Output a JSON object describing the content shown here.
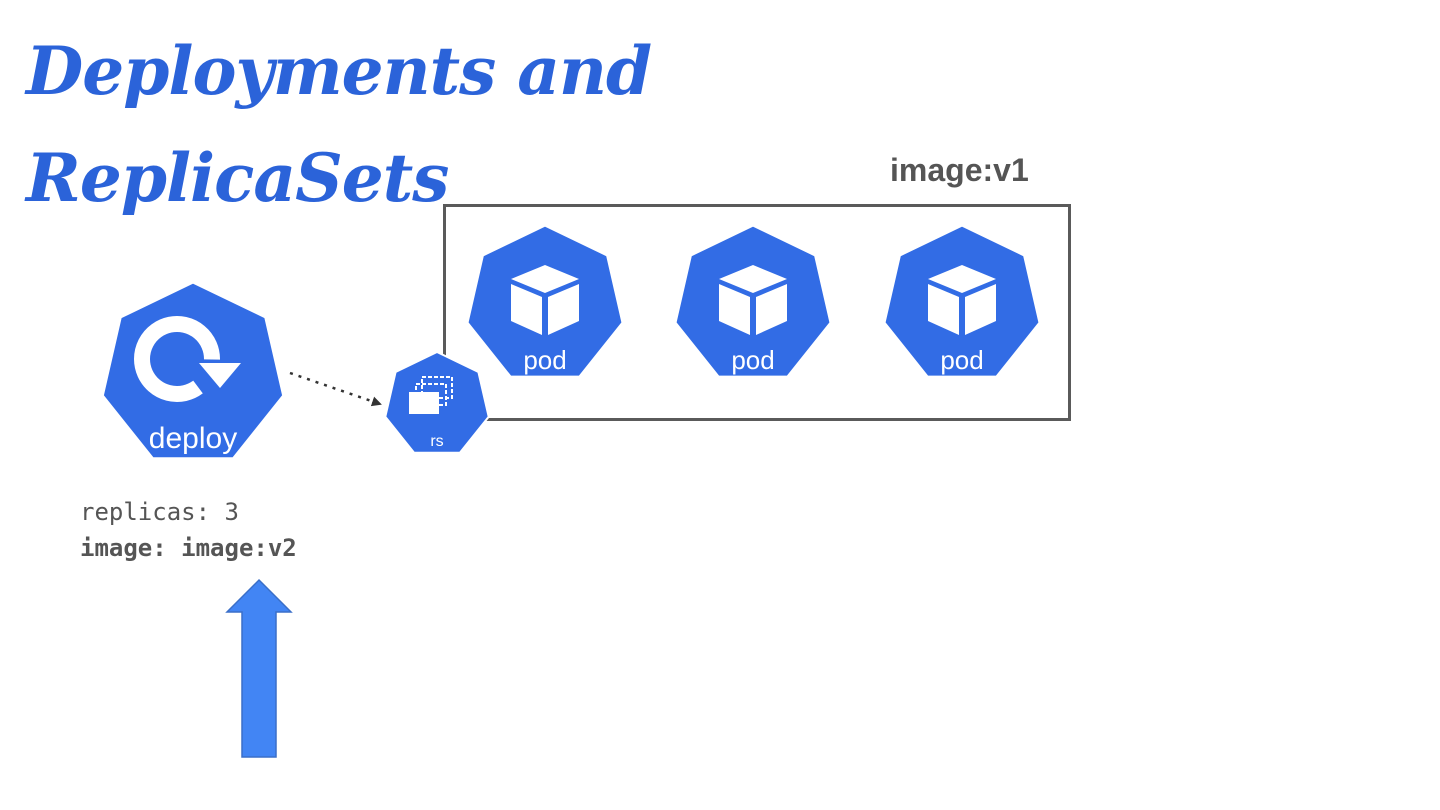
{
  "slide": {
    "title_line1": "Deployments and",
    "title_line2": "ReplicaSets"
  },
  "pod_group": {
    "label": "image:v1",
    "pods": [
      {
        "label": "pod",
        "icon": "cube-icon"
      },
      {
        "label": "pod",
        "icon": "cube-icon"
      },
      {
        "label": "pod",
        "icon": "cube-icon"
      }
    ]
  },
  "deployment": {
    "label": "deploy",
    "icon": "rotate-arrow-icon",
    "spec": {
      "replicas": "replicas: 3",
      "image": "image: image:v2"
    }
  },
  "replicaset": {
    "label": "rs",
    "icon": "stacked-frames-icon"
  },
  "colors": {
    "accent": "#326ce5",
    "title": "#2b63d9",
    "arrow": "#4285f4",
    "text_gray": "#555555"
  }
}
